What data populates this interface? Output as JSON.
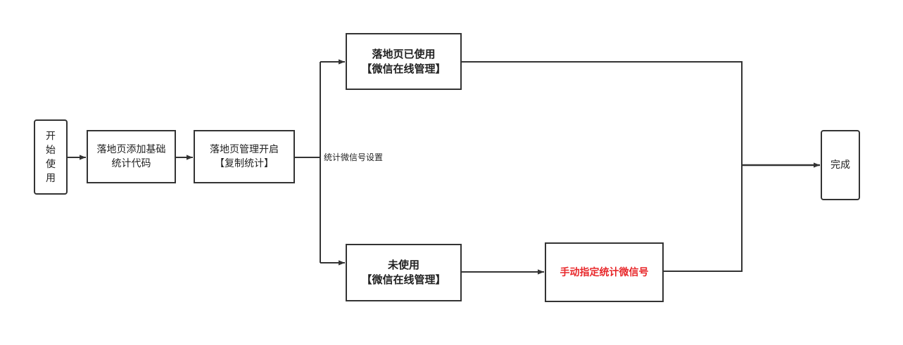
{
  "nodes": {
    "start": {
      "chars": [
        "开",
        "始",
        "使",
        "用"
      ]
    },
    "add_code": {
      "lines": [
        "落地页添加基础",
        "统计代码"
      ]
    },
    "enable_copy": {
      "lines": [
        "落地页管理开启",
        "【复制统计】"
      ]
    },
    "used": {
      "lines": [
        "落地页已使用",
        "【微信在线管理】"
      ]
    },
    "unused": {
      "lines": [
        "未使用",
        "【微信在线管理】"
      ]
    },
    "manual": {
      "text": "手动指定统计微信号"
    },
    "done": {
      "text": "完成"
    }
  },
  "edges": {
    "branch_label": "统计微信号设置"
  },
  "colors": {
    "stroke": "#333333",
    "highlight_text": "#e8282b"
  }
}
